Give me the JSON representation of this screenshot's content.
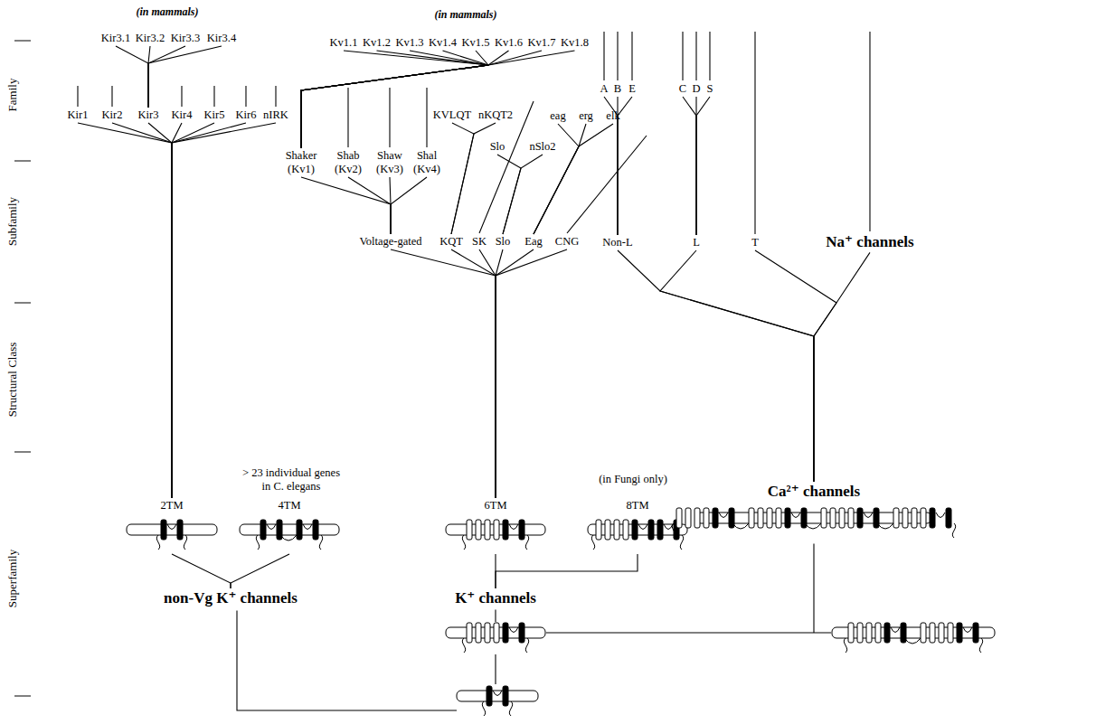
{
  "diagram": {
    "nodes": [
      {
        "text": [
          "Kir3.1"
        ]
      },
      {
        "text": [
          "Kir3.2"
        ]
      },
      {
        "text": [
          "Kir3.3"
        ]
      },
      {
        "text": [
          "Kir3.4"
        ]
      },
      {
        "text": [
          "Kv1.1"
        ]
      },
      {
        "text": [
          "Kv1.2"
        ]
      },
      {
        "text": [
          "Kv1.3"
        ]
      },
      {
        "text": [
          "Kv1.4"
        ]
      },
      {
        "text": [
          "Kv1.5"
        ]
      },
      {
        "text": [
          "Kv1.6"
        ]
      },
      {
        "text": [
          "Kv1.7"
        ]
      },
      {
        "text": [
          "Kv1.8"
        ]
      },
      {
        "text": [
          "A"
        ]
      },
      {
        "text": [
          "B"
        ]
      },
      {
        "text": [
          "E"
        ]
      },
      {
        "text": [
          "C"
        ]
      },
      {
        "text": [
          "D"
        ]
      },
      {
        "text": [
          "S"
        ]
      },
      {
        "text": [
          "Kir1"
        ]
      },
      {
        "text": [
          "Kir2"
        ]
      },
      {
        "text": [
          "Kir3"
        ]
      },
      {
        "text": [
          "Kir4"
        ]
      },
      {
        "text": [
          "Kir5"
        ]
      },
      {
        "text": [
          "Kir6"
        ]
      },
      {
        "text": [
          "nIRK"
        ]
      },
      {
        "text": [
          "KVLQT"
        ]
      },
      {
        "text": [
          "nKQT2"
        ]
      },
      {
        "text": [
          "eag"
        ]
      },
      {
        "text": [
          "erg"
        ]
      },
      {
        "text": [
          "elk"
        ]
      },
      {
        "text": [
          "Slo"
        ]
      },
      {
        "text": [
          "nSlo2"
        ]
      },
      {
        "text": [
          "Shaker (Kv1)"
        ]
      },
      {
        "text": [
          "Shab (Kv2)"
        ]
      },
      {
        "text": [
          "Shaw (Kv3)"
        ]
      },
      {
        "text": [
          "Shal (Kv4)"
        ]
      },
      {
        "text": [
          "Voltage-gated"
        ]
      },
      {
        "text": [
          "KQT"
        ]
      },
      {
        "text": [
          "SK"
        ]
      },
      {
        "text": [
          "Slo"
        ]
      },
      {
        "text": [
          "Eag"
        ]
      },
      {
        "text": [
          "CNG"
        ]
      },
      {
        "text": [
          "Non-L"
        ]
      },
      {
        "text": [
          "L"
        ]
      },
      {
        "text": [
          "T"
        ]
      },
      {
        "text": [
          "Na⁺ channels"
        ]
      },
      {
        "text": [
          "2TM"
        ]
      },
      {
        "text": [
          "4TM"
        ]
      },
      {
        "text": [
          "6TM"
        ]
      },
      {
        "text": [
          "8TM"
        ]
      },
      {
        "text": [
          "Ca²⁺ channels"
        ]
      },
      {
        "text": [
          "non-Vg K⁺ channels"
        ]
      },
      {
        "text": [
          "K⁺ channels"
        ]
      }
    ],
    "edges": [
      {
        "from": 0,
        "to": 20,
        "arrow": "none"
      },
      {
        "from": 1,
        "to": 20,
        "arrow": "none"
      },
      {
        "from": 2,
        "to": 20,
        "arrow": "none"
      },
      {
        "from": 3,
        "to": 20,
        "arrow": "none"
      },
      {
        "from": 4,
        "to": 32,
        "arrow": "none"
      },
      {
        "from": 5,
        "to": 32,
        "arrow": "none"
      },
      {
        "from": 6,
        "to": 32,
        "arrow": "none"
      },
      {
        "from": 7,
        "to": 32,
        "arrow": "none"
      },
      {
        "from": 8,
        "to": 32,
        "arrow": "none"
      },
      {
        "from": 9,
        "to": 32,
        "arrow": "none"
      },
      {
        "from": 10,
        "to": 32,
        "arrow": "none"
      },
      {
        "from": 11,
        "to": 32,
        "arrow": "none"
      },
      {
        "from": 12,
        "to": 42,
        "arrow": "none"
      },
      {
        "from": 13,
        "to": 42,
        "arrow": "none"
      },
      {
        "from": 14,
        "to": 42,
        "arrow": "none"
      },
      {
        "from": 15,
        "to": 43,
        "arrow": "none"
      },
      {
        "from": 16,
        "to": 43,
        "arrow": "none"
      },
      {
        "from": 17,
        "to": 43,
        "arrow": "none"
      },
      {
        "from": 18,
        "to": 46,
        "arrow": "none"
      },
      {
        "from": 19,
        "to": 46,
        "arrow": "none"
      },
      {
        "from": 20,
        "to": 46,
        "arrow": "none"
      },
      {
        "from": 21,
        "to": 46,
        "arrow": "none"
      },
      {
        "from": 22,
        "to": 46,
        "arrow": "none"
      },
      {
        "from": 23,
        "to": 46,
        "arrow": "none"
      },
      {
        "from": 24,
        "to": 46,
        "arrow": "none"
      },
      {
        "from": 25,
        "to": 37,
        "arrow": "none"
      },
      {
        "from": 26,
        "to": 37,
        "arrow": "none"
      },
      {
        "from": 27,
        "to": 40,
        "arrow": "none"
      },
      {
        "from": 28,
        "to": 40,
        "arrow": "none"
      },
      {
        "from": 29,
        "to": 40,
        "arrow": "none"
      },
      {
        "from": 30,
        "to": 39,
        "arrow": "none"
      },
      {
        "from": 31,
        "to": 39,
        "arrow": "none"
      },
      {
        "from": 32,
        "to": 36,
        "arrow": "none"
      },
      {
        "from": 33,
        "to": 36,
        "arrow": "none"
      },
      {
        "from": 34,
        "to": 36,
        "arrow": "none"
      },
      {
        "from": 35,
        "to": 36,
        "arrow": "none"
      },
      {
        "from": 36,
        "to": 48,
        "arrow": "none"
      },
      {
        "from": 37,
        "to": 48,
        "arrow": "none"
      },
      {
        "from": 38,
        "to": 48,
        "arrow": "none"
      },
      {
        "from": 39,
        "to": 48,
        "arrow": "none"
      },
      {
        "from": 40,
        "to": 48,
        "arrow": "none"
      },
      {
        "from": 41,
        "to": 48,
        "arrow": "none"
      },
      {
        "from": 42,
        "to": 50,
        "arrow": "none"
      },
      {
        "from": 43,
        "to": 50,
        "arrow": "none"
      },
      {
        "from": 44,
        "to": 50,
        "arrow": "none"
      },
      {
        "from": 45,
        "to": 50,
        "arrow": "none"
      },
      {
        "from": 46,
        "to": 51,
        "arrow": "none"
      },
      {
        "from": 47,
        "to": 51,
        "arrow": "none"
      },
      {
        "from": 48,
        "to": 52,
        "arrow": "none"
      },
      {
        "from": 49,
        "to": 52,
        "arrow": "none"
      }
    ],
    "labels": [
      "(in mammals)",
      "(in mammals)",
      "Family",
      "Subfamily",
      "Structural Class",
      "Superfamily",
      "> 23 individual genes",
      "in C. elegans",
      "(in Fungi only)"
    ]
  }
}
